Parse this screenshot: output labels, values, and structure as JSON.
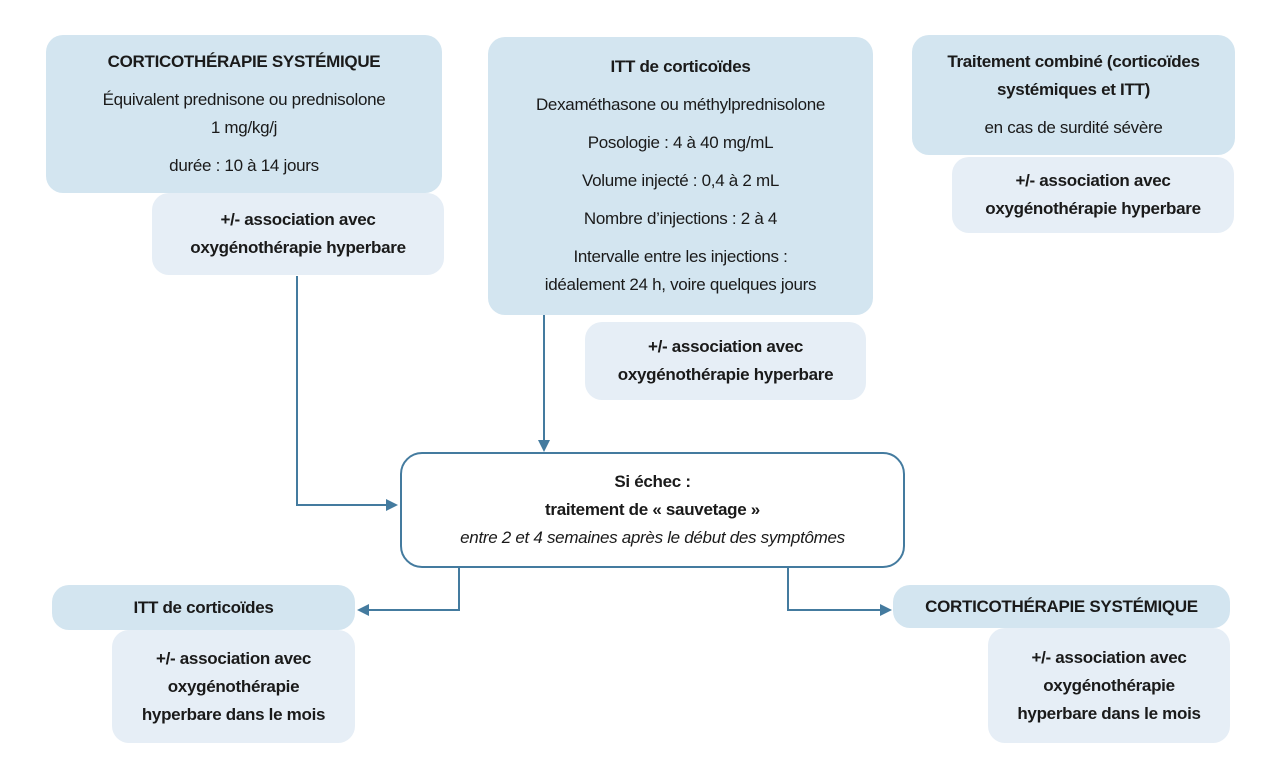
{
  "colors": {
    "box_fill": "#d3e5f0",
    "addon_fill": "#e6eef6",
    "outline": "#447b9f",
    "text": "#1a1a1a",
    "page_bg": "#ffffff"
  },
  "boxes": {
    "systemic_initial": {
      "title": "CORTICOTHÉRAPIE SYSTÉMIQUE",
      "lines": [
        "Équivalent prednisone ou prednisolone",
        "1 mg/kg/j",
        "durée : 10 à 14 jours"
      ],
      "addon_lines": [
        "+/- association avec",
        "oxygénothérapie hyperbare"
      ]
    },
    "itt_initial": {
      "title": "ITT de corticoïdes",
      "lines": [
        "Dexaméthasone ou méthylprednisolone",
        "Posologie : 4 à 40 mg/mL",
        "Volume injecté : 0,4 à 2 mL",
        "Nombre d’injections : 2 à 4",
        "Intervalle entre les injections :",
        "idéalement 24 h, voire quelques jours"
      ],
      "addon_lines": [
        "+/- association avec",
        "oxygénothérapie hyperbare"
      ]
    },
    "combined": {
      "title_lines": [
        "Traitement combiné (corticoïdes",
        "systémiques et ITT)"
      ],
      "subtitle": "en cas de surdité sévère",
      "addon_lines": [
        "+/- association avec",
        "oxygénothérapie hyperbare"
      ]
    },
    "rescue": {
      "bold_lines": [
        "Si échec :",
        "traitement de « sauvetage »"
      ],
      "italic_line": "entre 2 et 4 semaines après le début des symptômes"
    },
    "itt_rescue": {
      "title": "ITT de corticoïdes",
      "addon_lines": [
        "+/- association avec",
        "oxygénothérapie",
        "hyperbare dans le mois"
      ]
    },
    "systemic_rescue": {
      "title": "CORTICOTHÉRAPIE SYSTÉMIQUE",
      "addon_lines": [
        "+/- association avec",
        "oxygénothérapie",
        "hyperbare dans le mois"
      ]
    }
  }
}
